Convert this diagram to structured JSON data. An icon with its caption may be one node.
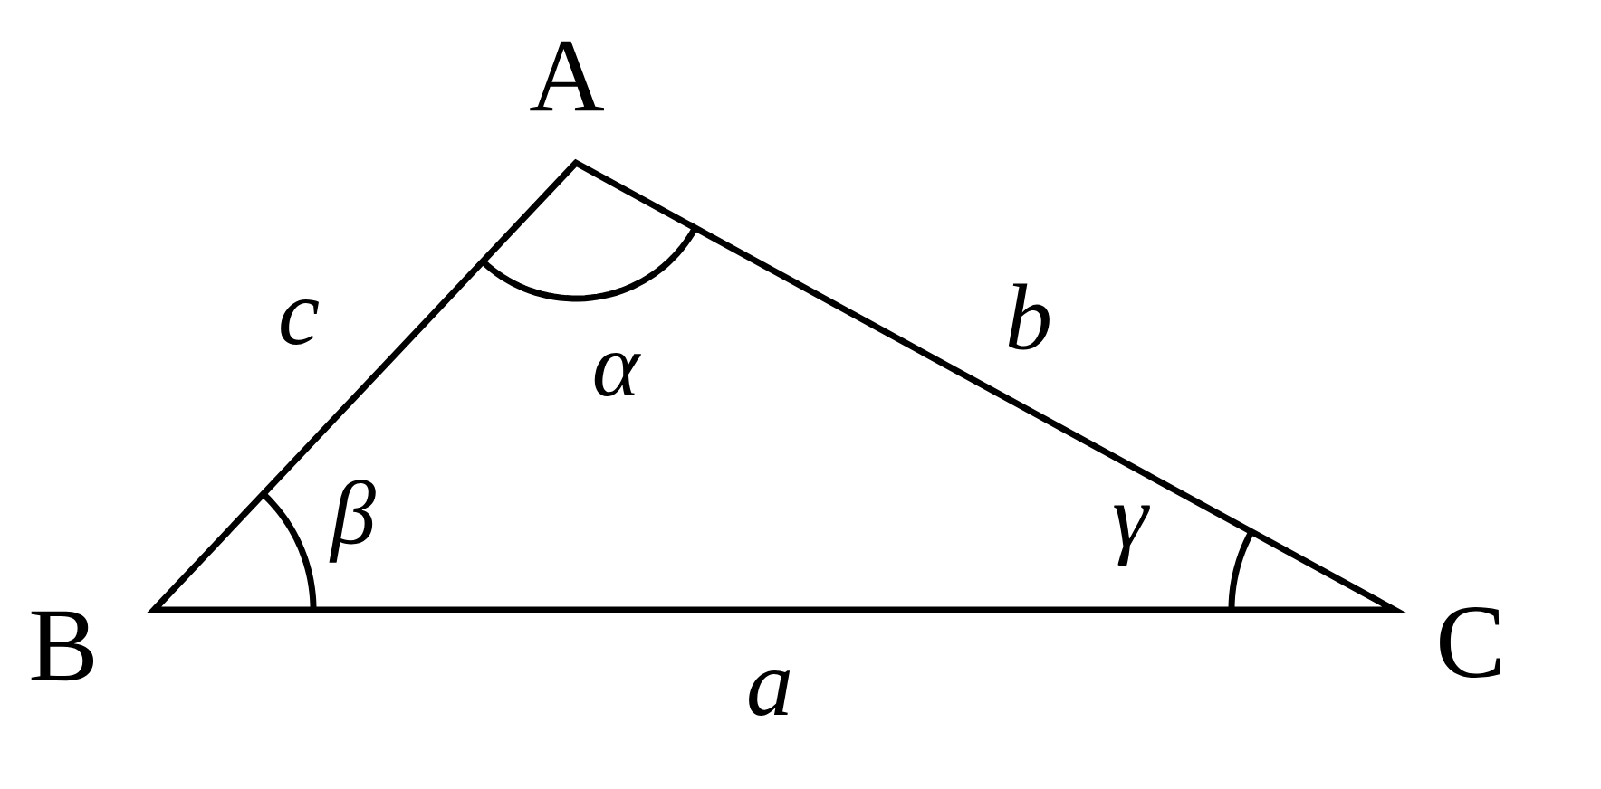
{
  "diagram": {
    "labels": [
      "A",
      "c",
      "b",
      "α",
      "β",
      "γ",
      "B",
      "a",
      "C"
    ]
  }
}
